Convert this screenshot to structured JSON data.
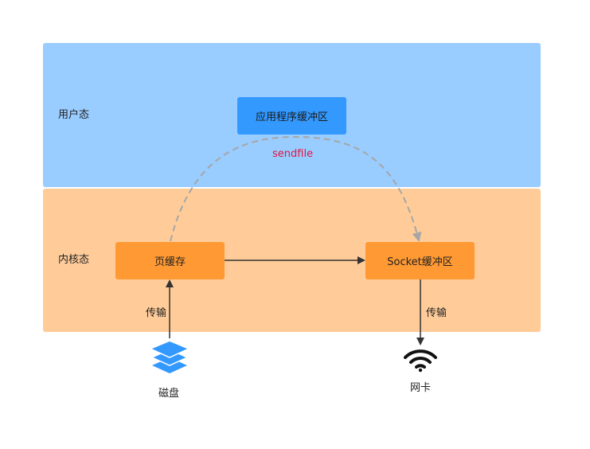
{
  "zones": {
    "user_label": "用户态",
    "kernel_label": "内核态"
  },
  "boxes": {
    "app_buffer": "应用程序缓冲区",
    "page_cache": "页缓存",
    "socket_buffer": "Socket缓冲区"
  },
  "edges": {
    "sendfile": "sendfile",
    "transfer_left": "传输",
    "transfer_right": "传输"
  },
  "devices": {
    "disk": "磁盘",
    "nic": "网卡"
  },
  "colors": {
    "user_zone": "#99ccff",
    "kernel_zone": "#ffcc99",
    "app_buffer": "#3399ff",
    "kernel_box": "#ff9933",
    "sendfile_text": "#e3163f",
    "disk_icon": "#3399ff"
  },
  "icons": {
    "disk": "layers-stack-icon",
    "nic": "wifi-icon"
  }
}
